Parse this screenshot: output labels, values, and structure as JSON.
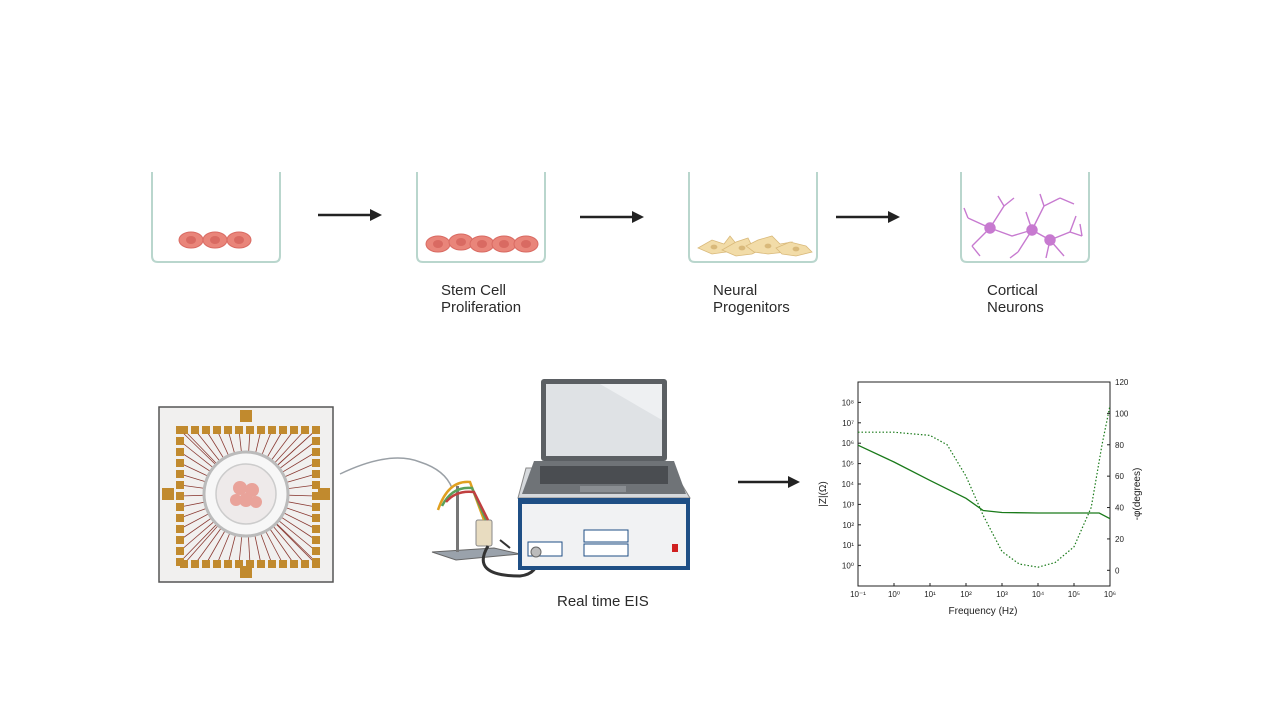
{
  "stages": [
    {
      "label": ""
    },
    {
      "label": "Stem Cell\nProliferation"
    },
    {
      "label": "Neural\nProgenitors"
    },
    {
      "label": "Cortical\nNeurons"
    }
  ],
  "eis_label": "Real time EIS",
  "colors": {
    "cell_fill": "#e9857a",
    "cell_nucleus": "#d96a62",
    "progenitor": "#f2dca8",
    "neuron": "#c77ad0",
    "electrode_gold": "#c18a2e",
    "electrode_line": "#8a3b34",
    "instrument_blue": "#1f4f85",
    "impedance_line": "#1a7a1a"
  },
  "chart_data": {
    "type": "line",
    "xlabel": "Frequency (Hz)",
    "ylabel_left": "|Z|(Ω)",
    "ylabel_right": "-φ(degrees)",
    "x_scale": "log",
    "y_left_scale": "log",
    "xlim": [
      0.1,
      1000000
    ],
    "ylim_left": [
      0.1,
      1000000000
    ],
    "ylim_right": [
      -10,
      120
    ],
    "x_ticks": [
      "10⁻¹",
      "10⁰",
      "10¹",
      "10²",
      "10³",
      "10⁴",
      "10⁵",
      "10⁶"
    ],
    "y_left_ticks": [
      "10⁰",
      "10¹",
      "10²",
      "10³",
      "10⁴",
      "10⁵",
      "10⁶",
      "10⁷",
      "10⁸"
    ],
    "y_right_ticks": [
      "0",
      "20",
      "40",
      "60",
      "80",
      "100",
      "120"
    ],
    "series": [
      {
        "axis": "left",
        "style": "solid",
        "x": [
          0.1,
          1,
          10,
          100,
          300,
          1000,
          10000,
          100000,
          500000,
          1000000
        ],
        "y": [
          800000,
          120000,
          15000,
          2000,
          500,
          400,
          380,
          380,
          380,
          200
        ]
      },
      {
        "axis": "right",
        "style": "dotted",
        "x": [
          0.1,
          1,
          10,
          30,
          100,
          300,
          1000,
          3000,
          10000,
          30000,
          100000,
          300000,
          600000,
          1000000
        ],
        "y": [
          88,
          88,
          86,
          80,
          60,
          35,
          12,
          4,
          2,
          5,
          15,
          40,
          80,
          105
        ]
      }
    ]
  }
}
